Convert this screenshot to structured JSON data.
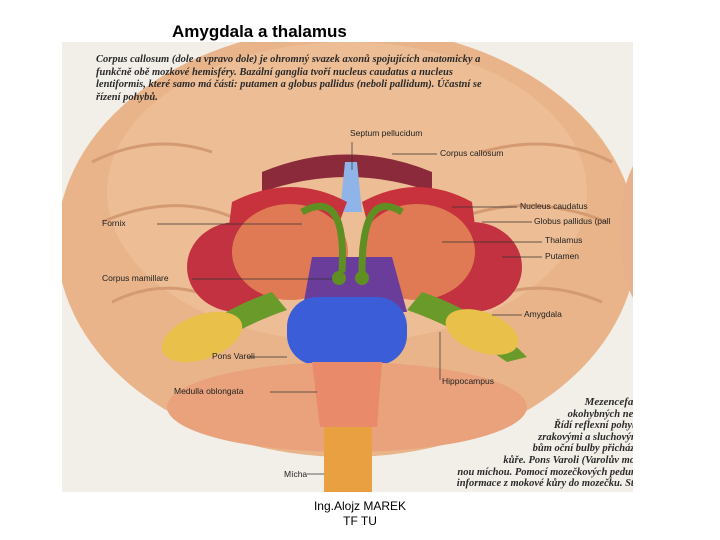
{
  "slide": {
    "title": "Amygdala a thalamus",
    "footer_line1": "Ing.Alojz MAREK",
    "footer_line2": "TF TU"
  },
  "figure": {
    "caption_top": {
      "lead": "Corpus callosum (dole a vpravo dole)",
      "text": " je ohromný svazek axonů spojujících anatomicky a funkčně obě mozkové hemisféry. Bazální ganglia tvoří nucleus caudatus a nucleus lentiformis, které samo má části: putamen a globus pallidus (neboli pallidum). Účastní se řízení pohybů."
    },
    "caption_right": {
      "lead": "Mezencefalo",
      "lines": [
        "okohybných nerv",
        "Řídí reflexní pohyby",
        "zrakovými a sluchovými",
        "bům oční bulby přicházej",
        "kůře. Pons Varoli (Varolův most",
        "nou míchou. Pomocí mozečkových pedunk",
        "informace z mokové kůry do mozečku. Stál"
      ]
    },
    "labels": {
      "septum": "Septum pellucidum",
      "corpus_callosum": "Corpus callosum",
      "nucleus_caudatus": "Nucleus caudatus",
      "globus_pallidus": "Globus pallidus (pall",
      "thalamus": "Thalamus",
      "putamen": "Putamen",
      "fornix": "Fornix",
      "corpus_mamillare": "Corpus mamillare",
      "amygdala": "Amygdala",
      "pons_varoli": "Pons Varoli",
      "hippocampus": "Hippocampus",
      "medulla_oblongata": "Medulla oblongata",
      "micha": "Mícha"
    },
    "colors": {
      "cortex": "#e9b48a",
      "caudate": "#c8323c",
      "thalamus": "#e07a55",
      "green": "#6a9a2a",
      "yellow": "#e8c04a",
      "purple": "#6b3d9a",
      "blue": "#3b5ed8",
      "medulla": "#e98a6a",
      "spine": "#e8a040"
    }
  }
}
